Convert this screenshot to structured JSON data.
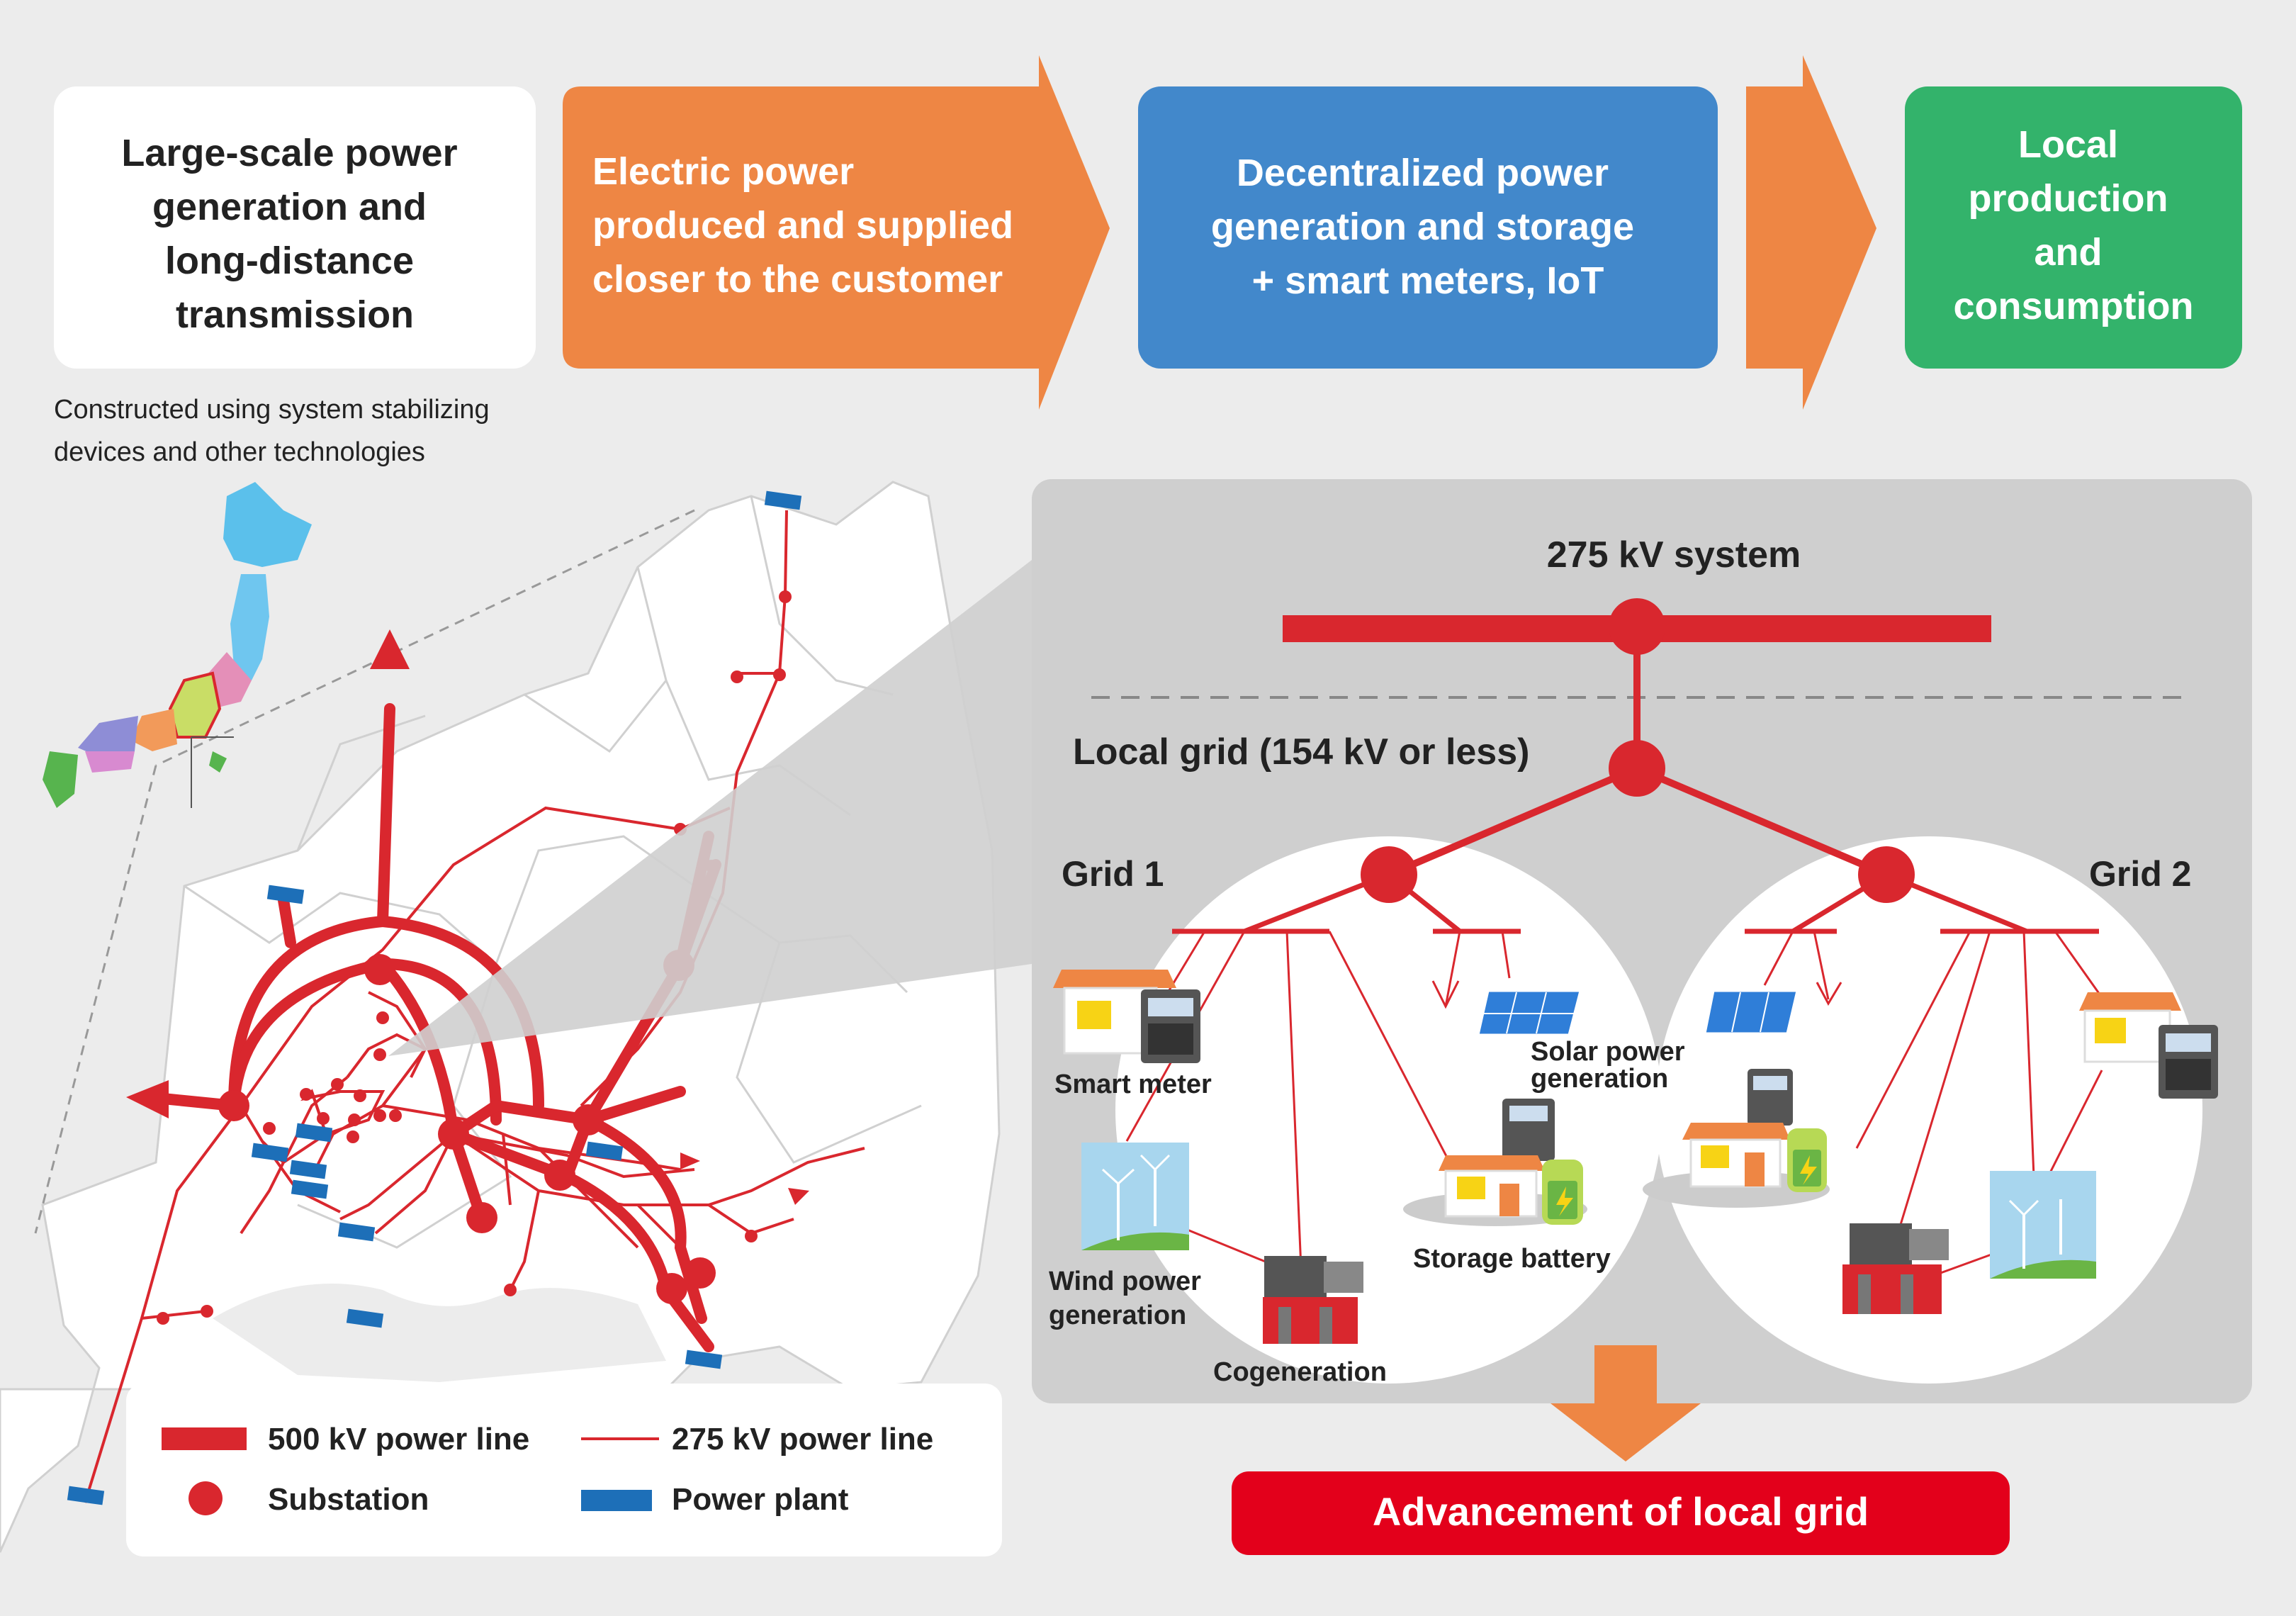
{
  "flow": {
    "box1": [
      "Large-scale power",
      "generation and",
      "long-distance",
      "transmission"
    ],
    "box1_note": [
      "Constructed using system stabilizing",
      "devices and other technologies"
    ],
    "box2": [
      "Electric power",
      "produced and supplied",
      "closer to the customer"
    ],
    "box3": [
      "Decentralized power",
      "generation and storage",
      "+ smart meters, IoT"
    ],
    "box4": [
      "Local",
      "production",
      "and",
      "consumption"
    ]
  },
  "grid_panel": {
    "system_label": "275 kV system",
    "local_grid_label": "Local grid (154 kV or less)",
    "grid1_label": "Grid 1",
    "grid2_label": "Grid 2",
    "smart_meter_label": "Smart meter",
    "solar_label": [
      "Solar power",
      "generation"
    ],
    "storage_label": "Storage battery",
    "wind_label": [
      "Wind power",
      "generation"
    ],
    "cogeneration_label": "Cogeneration",
    "result_label": "Advancement of local grid"
  },
  "legend": {
    "line500": "500 kV power line",
    "line275": "275 kV power line",
    "substation": "Substation",
    "power_plant": "Power plant"
  },
  "colors": {
    "red": "#d9272e",
    "orange": "#ee8644",
    "blue": "#4288cb",
    "green": "#33b36b",
    "panel_gray": "#cfcfcf",
    "plant_blue": "#1d6fb8"
  },
  "icons": [
    "house-icon",
    "smart-meter-icon",
    "solar-panel-icon",
    "wind-turbine-icon",
    "cogeneration-icon",
    "storage-battery-icon",
    "japan-map-icon"
  ]
}
